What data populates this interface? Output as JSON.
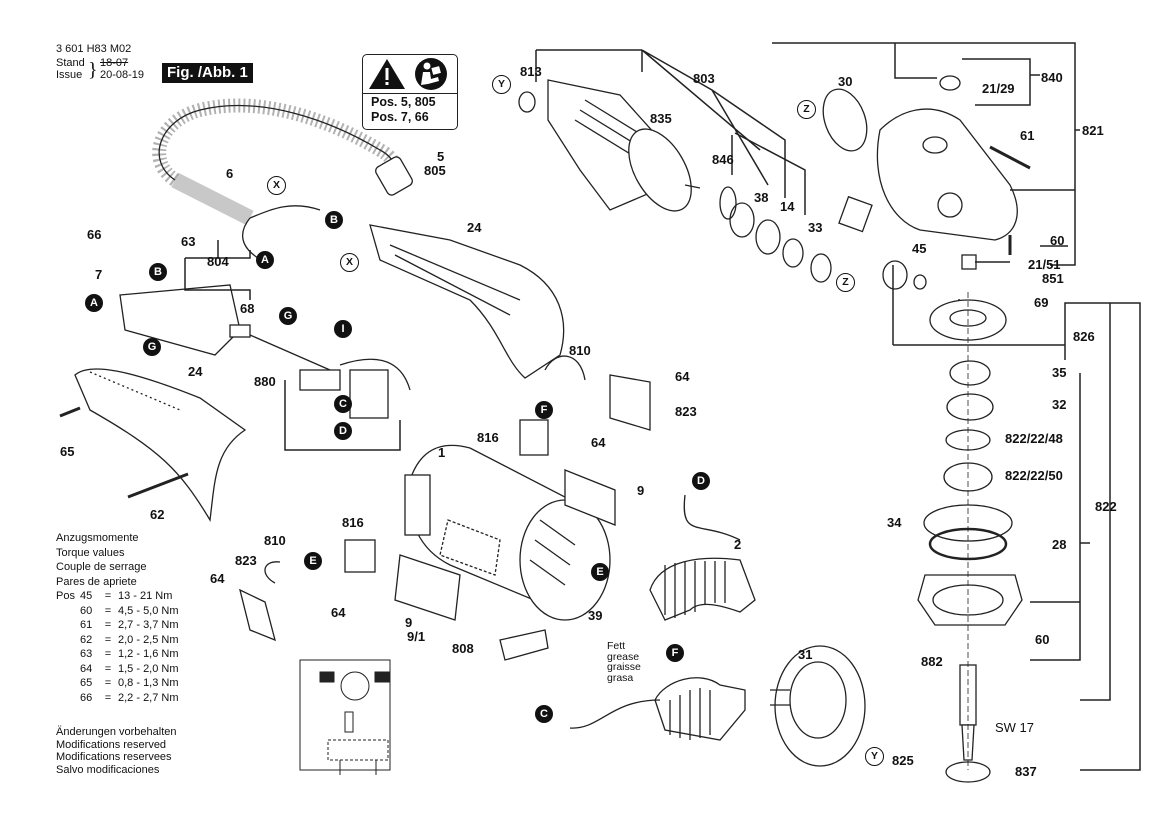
{
  "header": {
    "part_number": "3 601 H83 M02",
    "stand_label": "Stand",
    "issue_label": "Issue",
    "old_date_struck": "18-07",
    "issue_date": "20-08-19",
    "figure_badge": "Fig. /Abb. 1"
  },
  "warning_box": {
    "icons": [
      "warning-triangle-icon",
      "read-manual-icon"
    ],
    "lines": [
      "Pos. 5, 805",
      "Pos. 7, 66"
    ]
  },
  "part_labels": {
    "p813": "813",
    "p803": "803",
    "p835": "835",
    "p846": "846",
    "p38": "38",
    "p14": "14",
    "p33": "33",
    "p30": "30",
    "p840": "840",
    "p2129": "21/29",
    "p821": "821",
    "p61": "61",
    "p60a": "60",
    "p45": "45",
    "p2151": "21/51",
    "p851": "851",
    "p69": "69",
    "p826": "826",
    "p35": "35",
    "p32": "32",
    "p822_22_48": "822/22/48",
    "p822_22_50": "822/22/50",
    "p822": "822",
    "p34": "34",
    "p28": "28",
    "p60b": "60",
    "p882": "882",
    "p825": "825",
    "sw17": "SW 17",
    "p837": "837",
    "p31": "31",
    "p5": "5",
    "p805": "805",
    "p6": "6",
    "p66": "66",
    "p63": "63",
    "p7": "7",
    "p804": "804",
    "p68": "68",
    "p24a": "24",
    "p880": "880",
    "p24b": "24",
    "p65": "65",
    "p62": "62",
    "p810a": "810",
    "p64a": "64",
    "p823a": "823",
    "p816a": "816",
    "p64b": "64",
    "p1": "1",
    "p9a": "9",
    "p810b": "810",
    "p816b": "816",
    "p823b": "823",
    "p64c": "64",
    "p64d": "64",
    "p9b": "9",
    "p9_1": "9/1",
    "p808": "808",
    "p39": "39",
    "p2": "2"
  },
  "connector_callouts": {
    "A": "A",
    "B": "B",
    "C": "C",
    "D": "D",
    "E": "E",
    "F": "F",
    "G": "G",
    "I": "I",
    "X": "X",
    "Y": "Y",
    "Z": "Z"
  },
  "grease_note": [
    "Fett",
    "grease",
    "graisse",
    "grasa"
  ],
  "torque": {
    "titles": [
      "Anzugsmomente",
      "Torque values",
      "Couple de serrage",
      "Pares de apriete"
    ],
    "pos_label": "Pos",
    "rows": [
      {
        "pos": "45",
        "eq": "=",
        "value": "13  - 21 Nm"
      },
      {
        "pos": "60",
        "eq": "=",
        "value": "4,5 - 5,0 Nm"
      },
      {
        "pos": "61",
        "eq": "=",
        "value": "2,7 - 3,7 Nm"
      },
      {
        "pos": "62",
        "eq": "=",
        "value": "2,0 - 2,5 Nm"
      },
      {
        "pos": "63",
        "eq": "=",
        "value": "1,2 - 1,6 Nm"
      },
      {
        "pos": "64",
        "eq": "=",
        "value": "1,5 - 2,0 Nm"
      },
      {
        "pos": "65",
        "eq": "=",
        "value": "0,8 - 1,3 Nm"
      },
      {
        "pos": "66",
        "eq": "=",
        "value": "2,2 - 2,7 Nm"
      }
    ]
  },
  "notes": [
    "Änderungen vorbehalten",
    "Modifications reserved",
    "Modifications reservees",
    "Salvo modificaciones"
  ]
}
